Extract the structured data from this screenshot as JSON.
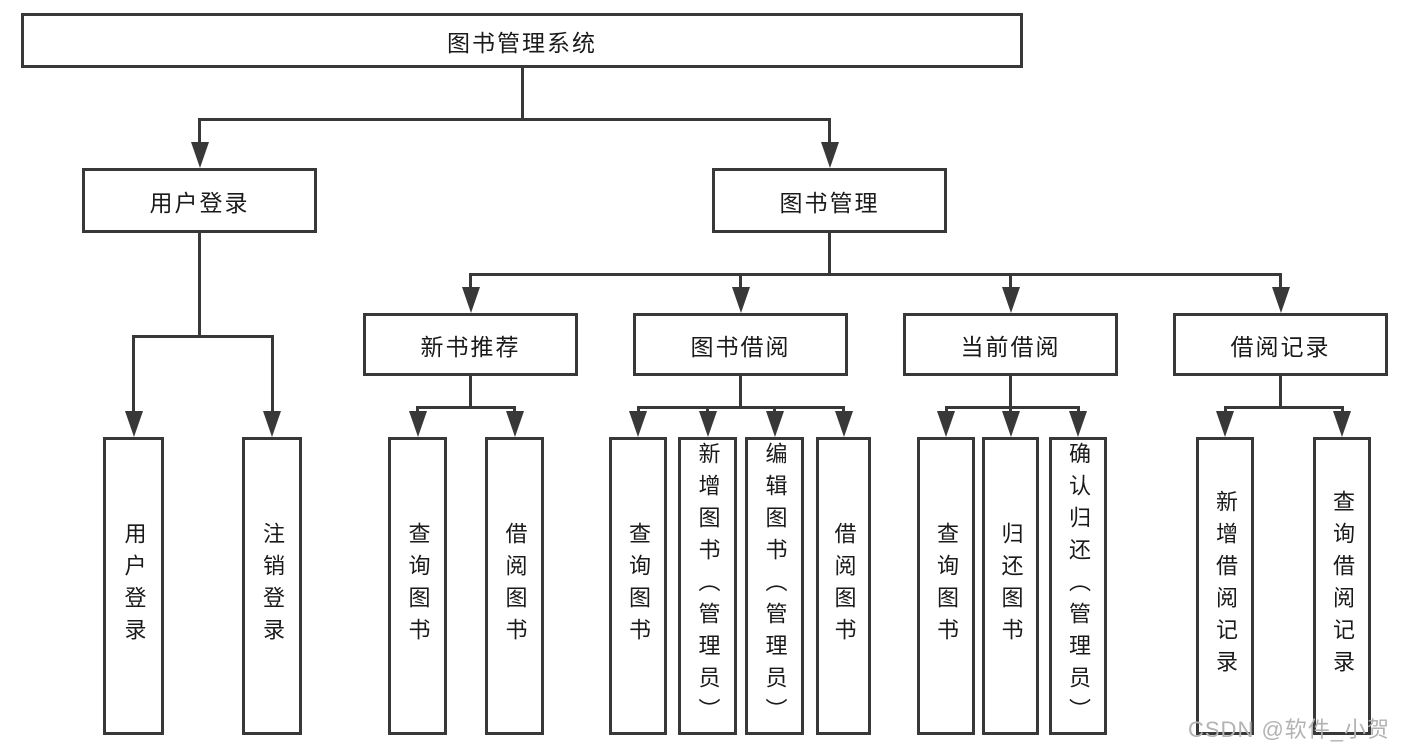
{
  "watermark": {
    "text": "CSDN @软件_小贺同学"
  },
  "colors": {
    "background": "#ffffff",
    "box_border": "#383838",
    "connector_line": "#383838",
    "text": "#1a1a1a",
    "watermark_text": "#b3b3b3"
  },
  "tree": {
    "label": "图书管理系统",
    "children": [
      {
        "label": "用户登录",
        "children": [
          {
            "label": "用户登录"
          },
          {
            "label": "注销登录"
          }
        ]
      },
      {
        "label": "图书管理",
        "children": [
          {
            "label": "新书推荐",
            "children": [
              {
                "label": "查询图书"
              },
              {
                "label": "借阅图书"
              }
            ]
          },
          {
            "label": "图书借阅",
            "children": [
              {
                "label": "查询图书"
              },
              {
                "label": "新增图书（管理员）"
              },
              {
                "label": "编辑图书（管理员）"
              },
              {
                "label": "借阅图书"
              }
            ]
          },
          {
            "label": "当前借阅",
            "children": [
              {
                "label": "查询图书"
              },
              {
                "label": "归还图书"
              },
              {
                "label": "确认归还（管理员）"
              }
            ]
          },
          {
            "label": "借阅记录",
            "children": [
              {
                "label": "新增借阅记录"
              },
              {
                "label": "查询借阅记录"
              }
            ]
          }
        ]
      }
    ]
  }
}
